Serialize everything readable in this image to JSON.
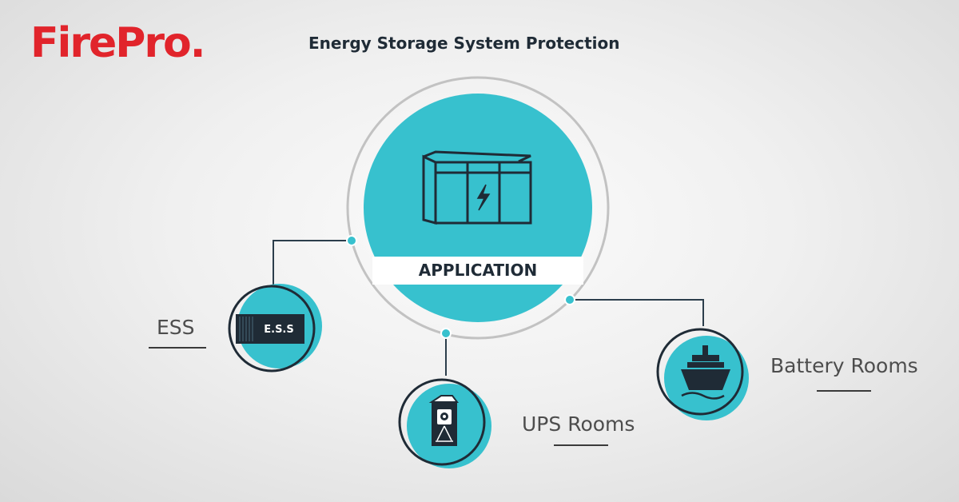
{
  "brand": {
    "logo_text": "FirePro."
  },
  "title": "Energy Storage System Protection",
  "center": {
    "label": "APPLICATION",
    "icon": "battery-cabinet-icon"
  },
  "nodes": [
    {
      "id": "ess",
      "label": "ESS",
      "icon": "shipping-container-icon",
      "icon_text": "E.S.S"
    },
    {
      "id": "ups",
      "label": "UPS Rooms",
      "icon": "ups-unit-icon"
    },
    {
      "id": "battery",
      "label": "Battery Rooms",
      "icon": "ship-icon"
    }
  ],
  "colors": {
    "brand_red": "#e1242b",
    "teal": "#37c1ce",
    "navy": "#1f2b36",
    "ring": "#c2c2c2",
    "connector": "#2c3e4c"
  }
}
